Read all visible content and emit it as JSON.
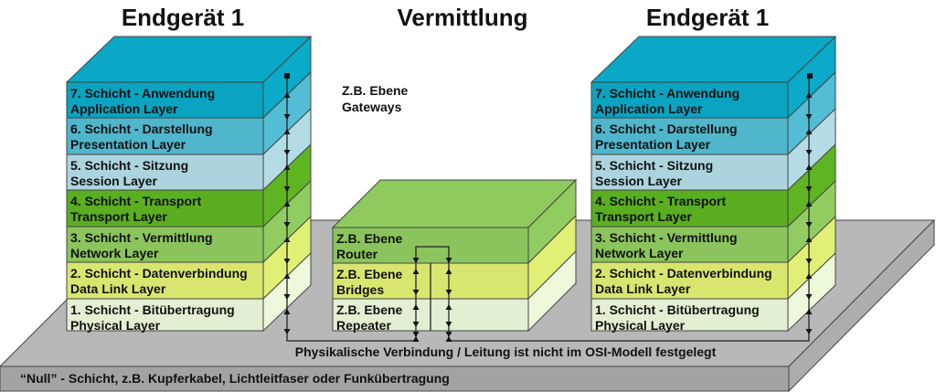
{
  "titles": {
    "left": "Endgerät 1",
    "middle": "Vermittlung",
    "right": "Endgerät 1"
  },
  "gateway_note": [
    "Z.B. Ebene",
    "Gateways"
  ],
  "layers": [
    {
      "line1": "7. Schicht - Anwendung",
      "line2": "Application Layer",
      "color": "#0aa3c0"
    },
    {
      "line1": "6. Schicht - Darstellung",
      "line2": "Presentation Layer",
      "color": "#4fb6cc"
    },
    {
      "line1": "5. Schicht - Sitzung",
      "line2": "Session Layer",
      "color": "#acd4de"
    },
    {
      "line1": "4. Schicht - Transport",
      "line2": "Transport Layer",
      "color": "#5aae20"
    },
    {
      "line1": "3. Schicht - Vermittlung",
      "line2": "Network Layer",
      "color": "#8bc45c"
    },
    {
      "line1": "2. Schicht - Datenverbindung",
      "line2": "Data Link Layer",
      "color": "#d8e670"
    },
    {
      "line1": "1. Schicht - Bitübertragung",
      "line2": "Physical Layer",
      "color": "#e3efd2"
    }
  ],
  "middle_layers": [
    {
      "line1": "Z.B. Ebene",
      "line2": "Router",
      "color": "#8bc45c"
    },
    {
      "line1": "Z.B. Ebene",
      "line2": "Bridges",
      "color": "#d8e670"
    },
    {
      "line1": "Z.B. Ebene",
      "line2": "Repeater",
      "color": "#e3efd2"
    }
  ],
  "physical_note": "Physikalische Verbindung / Leitung ist nicht im OSI-Modell festgelegt",
  "null_layer": "“Null” - Schicht, z.B. Kupferkabel, Lichtleitfaser oder Funkübertragung",
  "colors": {
    "platform_top": "#b8b8b8",
    "platform_front": "#a3a3a3",
    "platform_side": "#adadad"
  }
}
